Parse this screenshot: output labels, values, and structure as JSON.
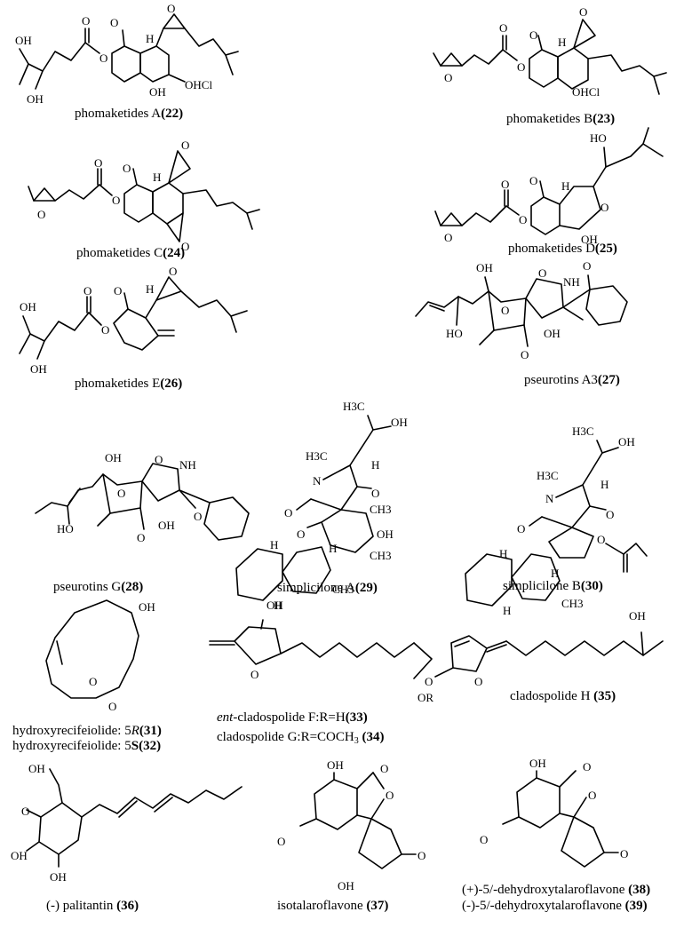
{
  "compounds": [
    {
      "name": "phomaketides A",
      "id": "22"
    },
    {
      "name": "phomaketides B",
      "id": "23"
    },
    {
      "name": "phomaketides C",
      "id": "24"
    },
    {
      "name": "phomaketides D",
      "id": "25"
    },
    {
      "name": "phomaketides E",
      "id": "26"
    },
    {
      "name": "pseurotins A3",
      "id": "27"
    },
    {
      "name": "pseurotins G",
      "id": "28"
    },
    {
      "name": "simplicilone A",
      "id": "29"
    },
    {
      "name": "simplicilone B",
      "id": "30"
    },
    {
      "name": "hydroxyrecifeiolide: 5",
      "stereo": "R",
      "id": "31"
    },
    {
      "name": "hydroxyrecifeiolide: 5",
      "stereo": "S",
      "id": "32"
    },
    {
      "prefix": "ent",
      "name": "-cladospolide F:R=H",
      "id": "33"
    },
    {
      "name": "cladospolide G:R=COCH",
      "sub": "3",
      "id": "34"
    },
    {
      "name": "cladospolide H ",
      "id": "35"
    },
    {
      "name": "(-) palitantin ",
      "id": "36"
    },
    {
      "name": "isotalaroflavone ",
      "id": "37"
    },
    {
      "name": "(+)-5/-dehydroxytalaroflavone ",
      "id": "38"
    },
    {
      "name": "(-)-5/-dehydroxytalaroflavone ",
      "id": "39"
    }
  ],
  "atom_labels": {
    "OH": "OH",
    "O": "O",
    "OHCl": "OHCl",
    "Cl": "Cl",
    "H": "H",
    "HO": "HO",
    "N": "N",
    "NH": "NH",
    "H3C": "H3C",
    "CH3": "CH3",
    "OR": "OR"
  }
}
